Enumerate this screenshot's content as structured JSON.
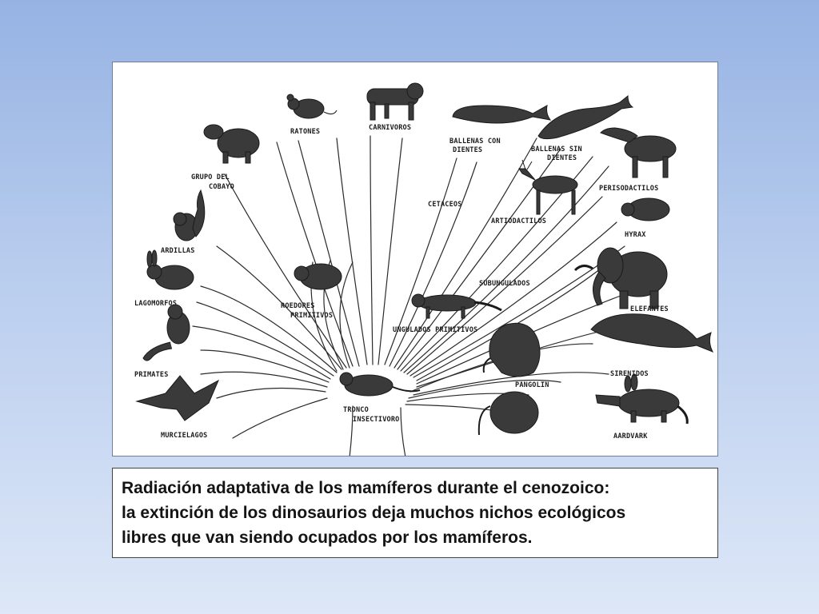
{
  "slide": {
    "background_top": "#96b3e3",
    "background_bottom": "#dde7f7"
  },
  "diagram": {
    "labels": {
      "ratones": "RATONES",
      "carnivoros": "CARNIVOROS",
      "ballenas_con_dientes_1": "BALLENAS CON",
      "ballenas_con_dientes_2": "DIENTES",
      "ballenas_sin_dientes_1": "BALLENAS SIN",
      "ballenas_sin_dientes_2": "DIENTES",
      "grupo_cobayo_1": "GRUPO DEL",
      "grupo_cobayo_2": "COBAYO",
      "cetaceos": "CETACEOS",
      "perisodactilos": "PERISODACTILOS",
      "artiodactilos": "ARTIODACTILOS",
      "hyrax": "HYRAX",
      "ardillas": "ARDILLAS",
      "subungulados": "SUBUNGULADOS",
      "lagomorfos": "LAGOMORFOS",
      "roedores_primitivos_1": "ROEDORES",
      "roedores_primitivos_2": "PRIMITIVOS",
      "elefantes": "ELEFANTES",
      "ungulados_primitivos": "UNGULADOS PRIMITIVOS",
      "primates": "PRIMATES",
      "sirenidos": "SIRENIDOS",
      "pangolin": "PANGOLIN",
      "tronco_insectivoro_1": "TRONCO",
      "tronco_insectivoro_2": "INSECTIVORO",
      "murcielagos": "MURCIELAGOS",
      "aardvark": "AARDVARK"
    }
  },
  "caption": {
    "line1": "Radiación adaptativa de los mamíferos durante el cenozoico:",
    "line2": "la extinción de los dinosaurios deja muchos nichos ecológicos",
    "line3": "libres que van siendo ocupados por los mamíferos."
  }
}
